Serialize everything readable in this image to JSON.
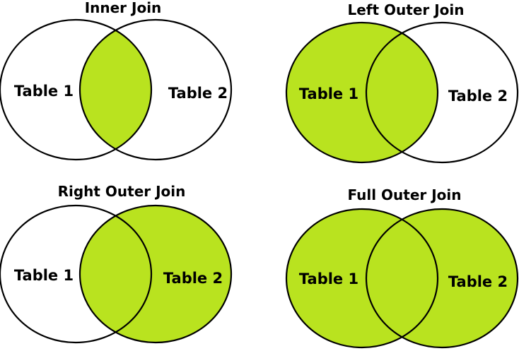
{
  "colors": {
    "highlight": "#b9e31f",
    "outline": "#000000",
    "background": "#ffffff"
  },
  "panels": [
    {
      "title": "Inner Join",
      "left_label": "Table 1",
      "right_label": "Table 2",
      "fill": "intersection"
    },
    {
      "title": "Left Outer Join",
      "left_label": "Table 1",
      "right_label": "Table 2",
      "fill": "left"
    },
    {
      "title": "Right Outer Join",
      "left_label": "Table 1",
      "right_label": "Table 2",
      "fill": "right"
    },
    {
      "title": "Full Outer Join",
      "left_label": "Table 1",
      "right_label": "Table 2",
      "fill": "both"
    }
  ]
}
